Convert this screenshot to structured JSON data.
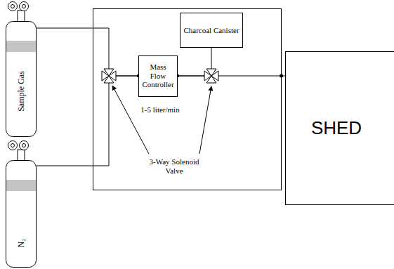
{
  "diagram": {
    "nodes": [
      {
        "text": [
          "Sample Gas"
        ]
      },
      {
        "text": [
          "N₂"
        ]
      },
      {
        "text": [
          "Charcoal Canister"
        ]
      },
      {
        "text": [
          "Mass Flow Controller"
        ]
      },
      {
        "text": [
          "SHED"
        ]
      }
    ],
    "edges": [
      {
        "from": 0,
        "to": 3,
        "arrow": "none"
      },
      {
        "from": 1,
        "to": 3,
        "arrow": "none"
      },
      {
        "from": 3,
        "to": 2,
        "arrow": "none"
      },
      {
        "from": 3,
        "to": 4,
        "arrow": "none"
      }
    ],
    "labels": [
      "1-5 liter/min",
      "3-Way Solenoid Valve"
    ]
  }
}
